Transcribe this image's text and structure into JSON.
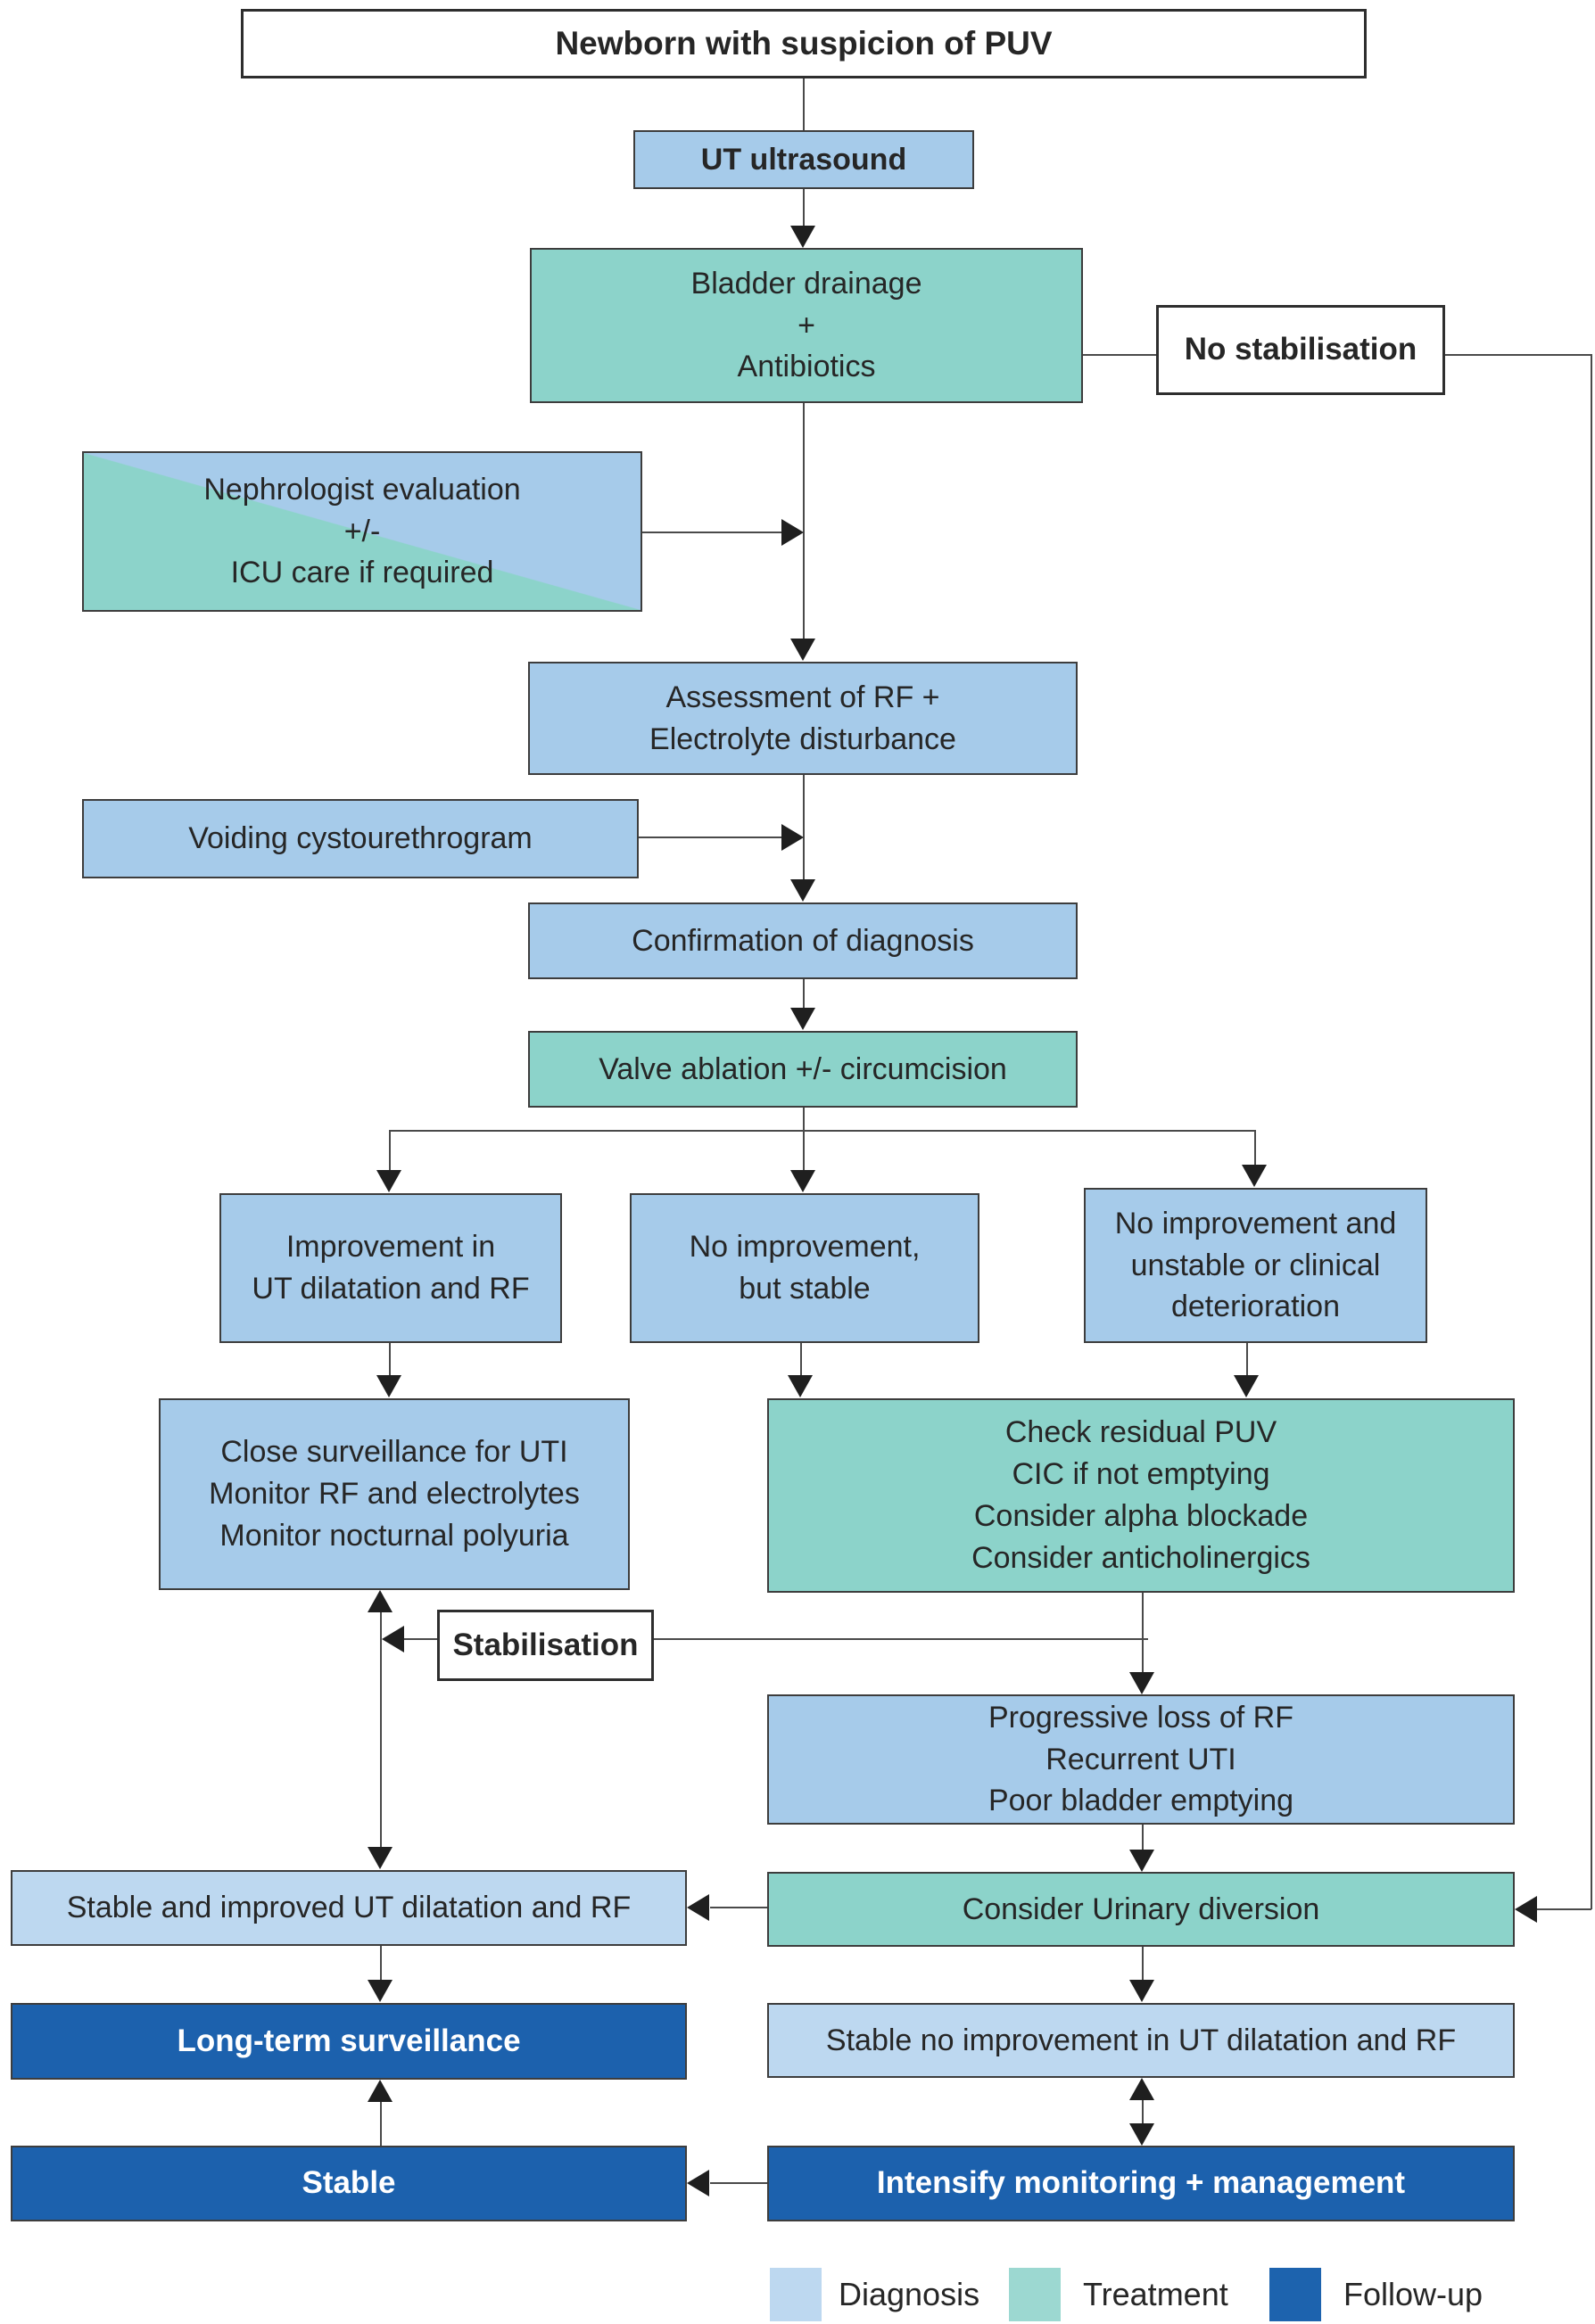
{
  "palette": {
    "diagnosis": "#a6cbea",
    "diagnosis_light": "#bdd8f0",
    "treatment": "#8cd3ca",
    "followup": "#1c61ad",
    "ink": "#262626",
    "line": "#4a4a4a",
    "arrow": "#1f1f1f"
  },
  "nodes": {
    "newborn": {
      "label": "Newborn with suspicion of PUV",
      "type": "plain"
    },
    "ut_ultrasound": {
      "label": "UT ultrasound",
      "type": "diagnosis"
    },
    "bladder_drainage": {
      "label": "Bladder drainage\n+\nAntibiotics",
      "type": "treatment"
    },
    "no_stabilisation": {
      "label": "No stabilisation",
      "type": "plain"
    },
    "nephrologist": {
      "label": "Nephrologist evaluation\n+/-\nICU care if required",
      "type": "diagnosis-treatment"
    },
    "assessment": {
      "label": "Assessment of RF +\nElectrolyte disturbance",
      "type": "diagnosis"
    },
    "voiding": {
      "label": "Voiding cystourethrogram",
      "type": "diagnosis"
    },
    "confirmation": {
      "label": "Confirmation of diagnosis",
      "type": "diagnosis"
    },
    "valve_ablation": {
      "label": "Valve ablation +/- circumcision",
      "type": "treatment"
    },
    "improvement": {
      "label": "Improvement in\nUT dilatation and RF",
      "type": "diagnosis"
    },
    "no_improvement_stable": {
      "label": "No improvement,\nbut stable",
      "type": "diagnosis"
    },
    "no_improvement_unstable": {
      "label": "No improvement and\nunstable or clinical\ndeterioration",
      "type": "diagnosis"
    },
    "close_surveillance": {
      "label": "Close surveillance for UTI\nMonitor RF and electrolytes\nMonitor nocturnal polyuria",
      "type": "diagnosis"
    },
    "check_residual": {
      "label": "Check residual PUV\nCIC if not emptying\nConsider alpha blockade\nConsider anticholinergics",
      "type": "treatment"
    },
    "stabilisation": {
      "label": "Stabilisation",
      "type": "plain"
    },
    "progressive_loss": {
      "label": "Progressive loss of RF\nRecurrent UTI\nPoor bladder emptying",
      "type": "diagnosis"
    },
    "stable_improved": {
      "label": "Stable and improved UT dilatation and RF",
      "type": "diagnosis"
    },
    "consider_diversion": {
      "label": "Consider Urinary diversion",
      "type": "treatment"
    },
    "long_term": {
      "label": "Long-term surveillance",
      "type": "followup"
    },
    "stable_no_improvement": {
      "label": "Stable no improvement in UT dilatation and RF",
      "type": "diagnosis"
    },
    "stable": {
      "label": "Stable",
      "type": "followup"
    },
    "intensify": {
      "label": "Intensify monitoring + management",
      "type": "followup"
    }
  },
  "legend": {
    "items": [
      {
        "label": "Diagnosis",
        "color": "#bdd8f0"
      },
      {
        "label": "Treatment",
        "color": "#9cd8d1"
      },
      {
        "label": "Follow-up",
        "color": "#1d63ae"
      }
    ]
  }
}
